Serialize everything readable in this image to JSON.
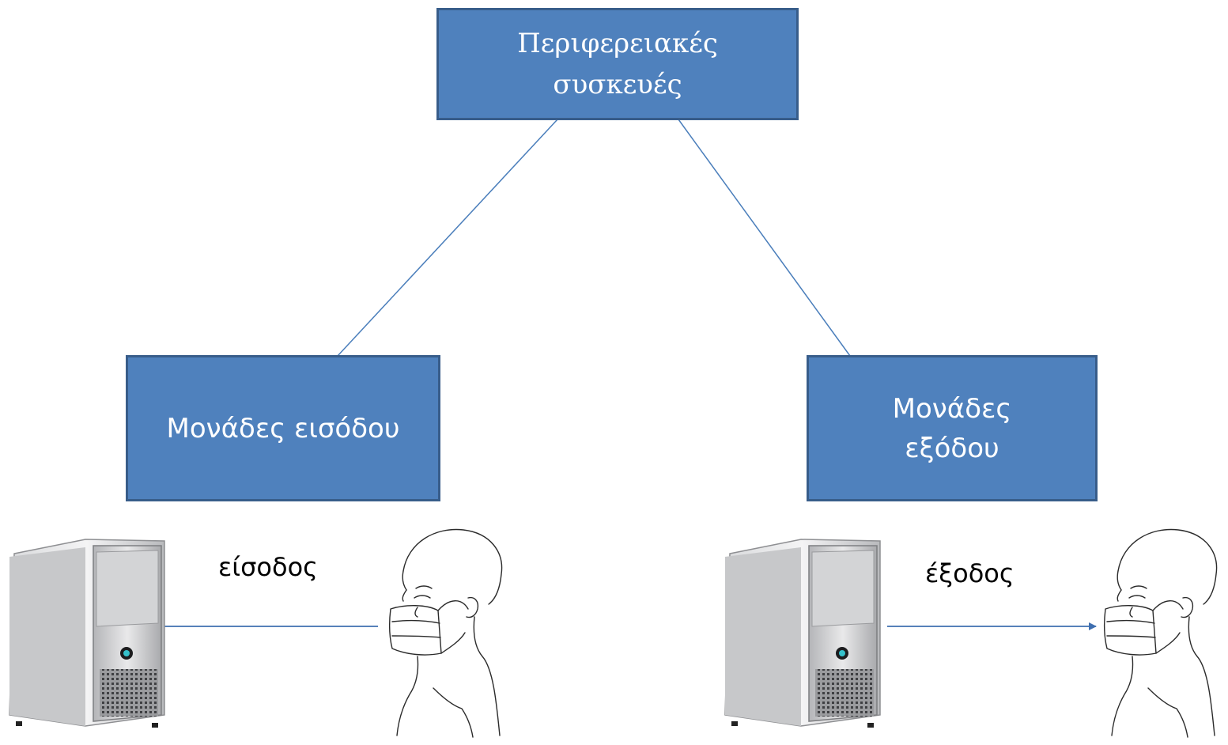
{
  "nodes": {
    "peripherals": {
      "line1": "Περιφερειακές",
      "line2": "συσκευές"
    },
    "input_units": {
      "text": "Μονάδες εισόδου"
    },
    "output_units": {
      "line1": "Μονάδες",
      "line2": "εξόδου"
    }
  },
  "arrows": {
    "input_label": "είσοδος",
    "output_label": "έξοδος"
  },
  "colors": {
    "box_fill": "#4f81bd",
    "box_border": "#385d8a",
    "connector": "#4a7ebb",
    "arrow": "#3f6fb0"
  },
  "icons": [
    "computer-tower-icon",
    "person-with-mask-icon"
  ]
}
